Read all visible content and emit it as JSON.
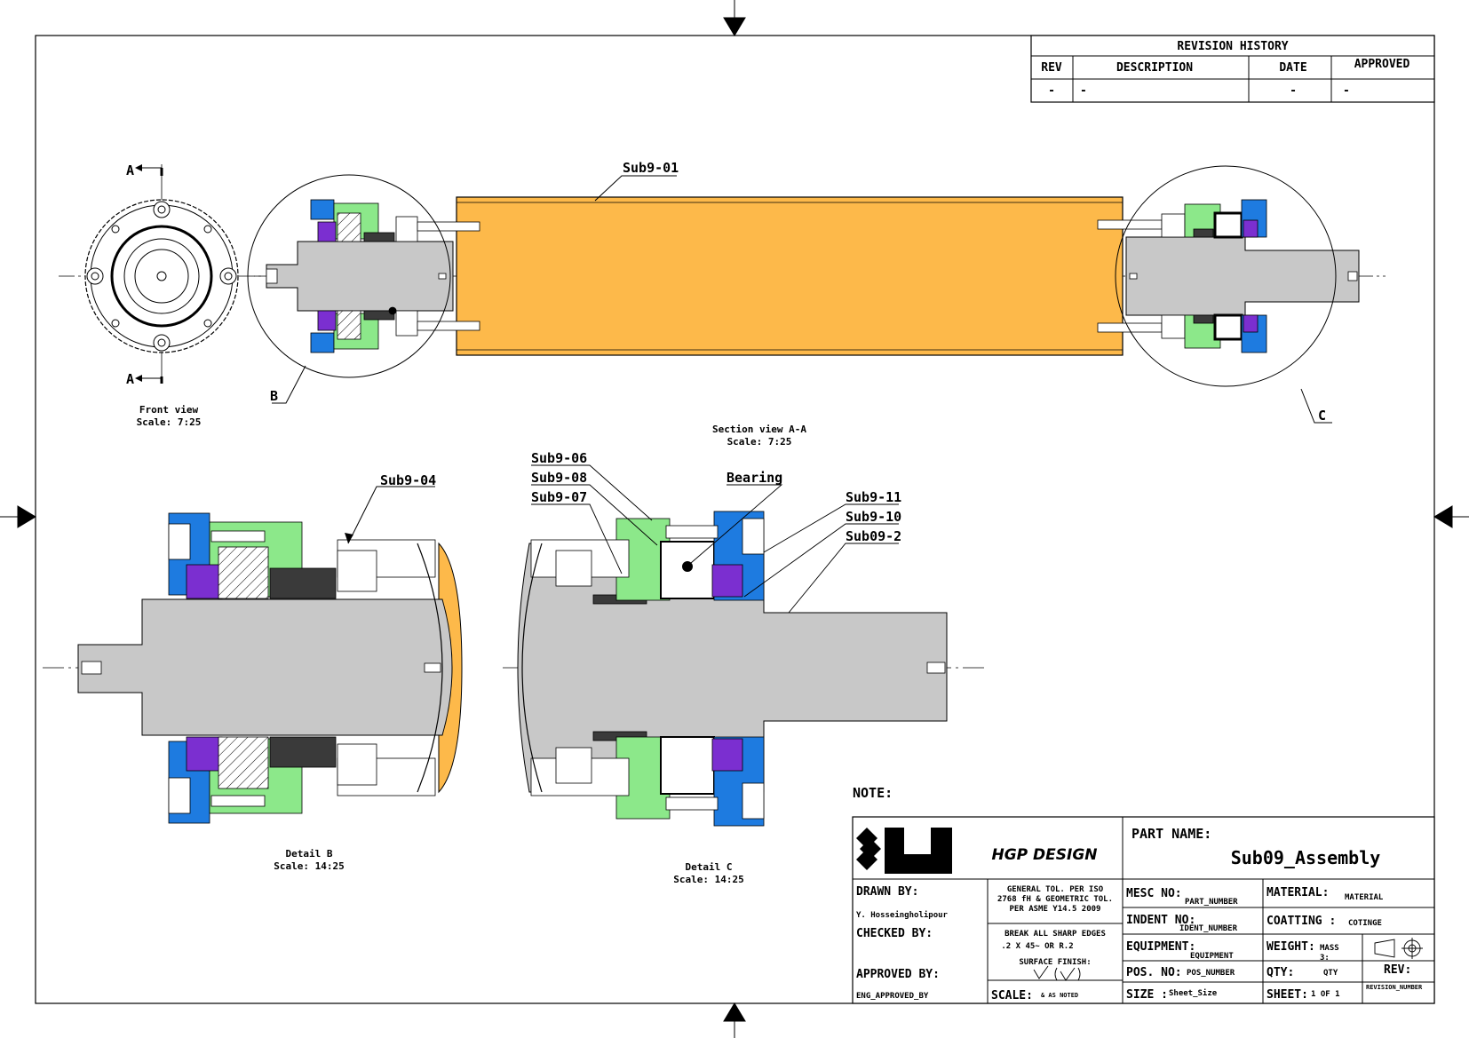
{
  "colors": {
    "roller": "#FDB94A",
    "shaft": "#C8C8C8",
    "green": "#8CE88A",
    "blue": "#1E7BE0",
    "purple": "#7B2FD0",
    "dark": "#3A3A3A",
    "line": "#000000"
  },
  "revision": {
    "title": "REVISION HISTORY",
    "headers": [
      "REV",
      "DESCRIPTION",
      "DATE",
      "APPROVED"
    ],
    "row": [
      "-",
      "-",
      "-",
      "-"
    ]
  },
  "views": {
    "section_marker": "A",
    "detail_b_marker": "B",
    "detail_c_marker": "C",
    "front_view": {
      "title": "Front view",
      "scale": "Scale:  7:25"
    },
    "section_view": {
      "title": "Section view A-A",
      "scale": "Scale:  7:25"
    },
    "detail_b": {
      "title": "Detail B",
      "scale": "Scale:  14:25"
    },
    "detail_c": {
      "title": "Detail C",
      "scale": "Scale:  14:25"
    }
  },
  "callouts": {
    "sub9_01": "Sub9-01",
    "sub9_04": "Sub9-04",
    "sub9_06": "Sub9-06",
    "sub9_08": "Sub9-08",
    "sub9_07": "Sub9-07",
    "bearing": "Bearing",
    "sub9_11": "Sub9-11",
    "sub9_10": "Sub9-10",
    "sub09_2": "Sub09-2"
  },
  "note": "NOTE:",
  "title_block": {
    "company": "HGP DESIGN",
    "part_name_label": "PART NAME:",
    "part_name": "Sub09_Assembly",
    "drawn_by_label": "DRAWN BY:",
    "drawn_by": "Y. Hosseingholipour",
    "checked_by_label": "CHECKED BY:",
    "approved_by_label": "APPROVED BY:",
    "approved_by": "ENG_APPROVED_BY",
    "tol_1": "GENERAL TOL. PER ISO",
    "tol_2": "2768 fH & GEOMETRIC TOL.",
    "tol_3": "PER ASME Y14.5 2009",
    "edges_1": "BREAK ALL SHARP EDGES",
    "edges_2": ".2 X 45~ OR R.2",
    "surface_finish": "SURFACE FINISH:",
    "scale_label": "SCALE:",
    "scale_value": "& AS NOTED",
    "mesc_label": "MESC NO:",
    "mesc_value": "PART_NUMBER",
    "indent_label": "INDENT NO:",
    "indent_value": "IDENT_NUMBER",
    "equipment_label": "EQUIPMENT:",
    "equipment_value": "EQUIPMENT",
    "pos_label": "POS. NO:",
    "pos_value": "POS_NUMBER",
    "size_label": "SIZE :",
    "size_value": "Sheet_Size",
    "material_label": "MATERIAL:",
    "material_value": "MATERIAL",
    "coatting_label": "COATTING :",
    "coatting_value": "COTINGE",
    "weight_label": "WEIGHT:",
    "weight_value": "MASS",
    "weight_unit": "3:",
    "qty_label": "QTY:",
    "qty_value": "QTY",
    "sheet_label": "SHEET:",
    "sheet_value": "1 OF 1",
    "rev_label": "REV:",
    "rev_value": "REVISION_NUMBER"
  }
}
